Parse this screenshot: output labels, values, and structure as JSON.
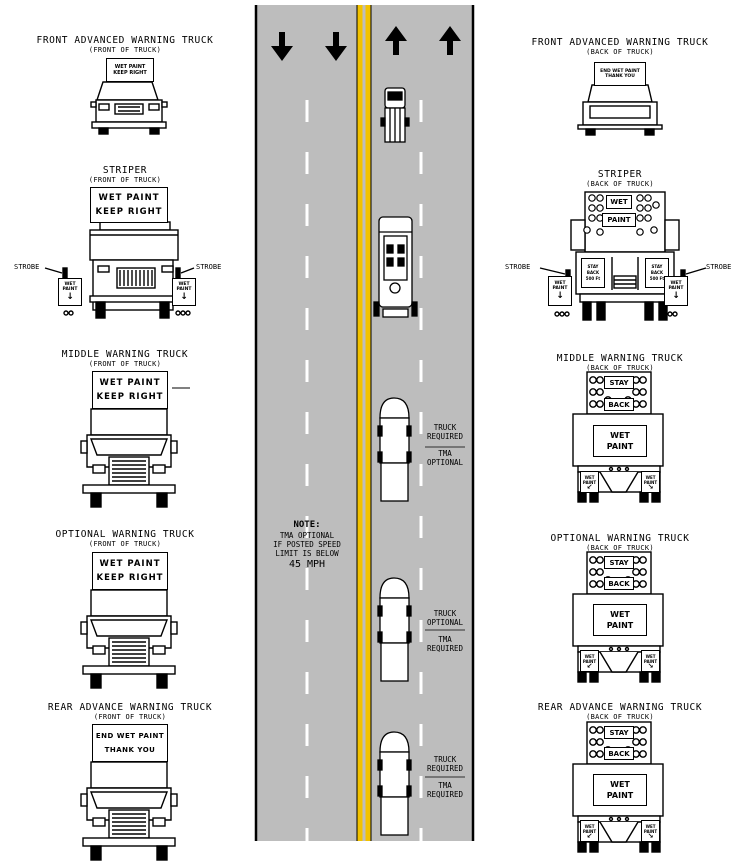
{
  "left_trucks": [
    {
      "title": "FRONT ADVANCED WARNING TRUCK",
      "subtitle": "(FRONT OF TRUCK)",
      "sign_lines": [
        "WET PAINT",
        "KEEP RIGHT"
      ]
    },
    {
      "title": "STRIPER",
      "subtitle": "(FRONT OF TRUCK)",
      "sign_lines": [
        "WET PAINT",
        "KEEP RIGHT"
      ],
      "side_sign_lines": [
        "WET",
        "PAINT"
      ],
      "strobe_label": "STROBE"
    },
    {
      "title": "MIDDLE WARNING TRUCK",
      "subtitle": "(FRONT OF TRUCK)",
      "sign_lines": [
        "WET PAINT",
        "KEEP RIGHT"
      ]
    },
    {
      "title": "OPTIONAL WARNING TRUCK",
      "subtitle": "(FRONT OF TRUCK)",
      "sign_lines": [
        "WET PAINT",
        "KEEP RIGHT"
      ]
    },
    {
      "title": "REAR ADVANCE WARNING TRUCK",
      "subtitle": "(FRONT OF TRUCK)",
      "sign_lines": [
        "END WET PAINT",
        "THANK YOU"
      ]
    }
  ],
  "right_trucks": [
    {
      "title": "FRONT ADVANCED WARNING TRUCK",
      "subtitle": "(BACK OF TRUCK)",
      "sign_lines": [
        "END WET PAINT",
        "THANK YOU"
      ]
    },
    {
      "title": "STRIPER",
      "subtitle": "(BACK OF TRUCK)",
      "top_sign": "WET",
      "mid_sign": "PAINT",
      "stay_back": [
        "STAY",
        "BACK",
        "500 Ft"
      ],
      "side_sign_lines": [
        "WET",
        "PAINT"
      ],
      "strobe_label": "STROBE"
    },
    {
      "title": "MIDDLE WARNING TRUCK",
      "subtitle": "(BACK OF TRUCK)",
      "stay": "STAY",
      "back": "BACK",
      "sign_lines": [
        "WET",
        "PAINT"
      ],
      "tma_lines": [
        "WET",
        "PAINT"
      ]
    },
    {
      "title": "OPTIONAL WARNING TRUCK",
      "subtitle": "(BACK OF TRUCK)",
      "stay": "STAY",
      "back": "BACK",
      "sign_lines": [
        "WET",
        "PAINT"
      ],
      "tma_lines": [
        "WET",
        "PAINT"
      ]
    },
    {
      "title": "REAR ADVANCE WARNING TRUCK",
      "subtitle": "(BACK OF TRUCK)",
      "stay": "STAY",
      "back": "BACK",
      "sign_lines": [
        "WET",
        "PAINT"
      ],
      "tma_lines": [
        "WET",
        "PAINT"
      ]
    }
  ],
  "road": {
    "note_title": "NOTE:",
    "note_lines": [
      "TMA OPTIONAL",
      "IF POSTED SPEED",
      "LIMIT IS BELOW",
      "45 MPH"
    ],
    "truck_notes": [
      {
        "top": [
          "TRUCK",
          "REQUIRED"
        ],
        "bottom": [
          "TMA",
          "OPTIONAL"
        ]
      },
      {
        "top": [
          "TRUCK",
          "OPTIONAL"
        ],
        "bottom": [
          "TMA",
          "REQUIRED"
        ]
      },
      {
        "top": [
          "TRUCK",
          "REQUIRED"
        ],
        "bottom": [
          "TMA",
          "REQUIRED"
        ]
      }
    ],
    "colors": {
      "pavement": "#bdbdbd",
      "center_line": "#f2c200",
      "lane_line": "#ffffff",
      "edge_line": "#000000"
    }
  }
}
